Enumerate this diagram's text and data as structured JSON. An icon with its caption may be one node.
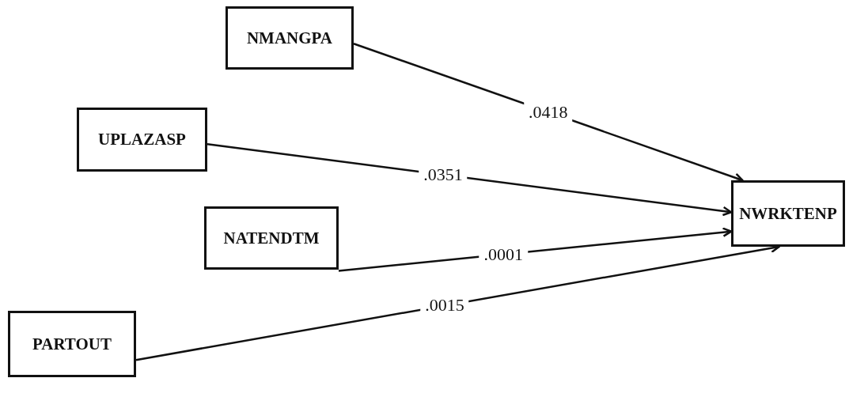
{
  "diagram": {
    "nodes": [
      {
        "text": [
          "NMANGPA"
        ]
      },
      {
        "text": [
          "UPLAZASP"
        ]
      },
      {
        "text": [
          "NATENDTM"
        ]
      },
      {
        "text": [
          "PARTOUT"
        ]
      },
      {
        "text": [
          "NWRKTENP"
        ]
      }
    ],
    "edges": [
      {
        "from": 0,
        "to": 4,
        "arrow": "to",
        "label": ".0418"
      },
      {
        "from": 1,
        "to": 4,
        "arrow": "to",
        "label": ".0351"
      },
      {
        "from": 2,
        "to": 4,
        "arrow": "to",
        "label": ".0001"
      },
      {
        "from": 3,
        "to": 4,
        "arrow": "to",
        "label": ".0015"
      }
    ]
  }
}
